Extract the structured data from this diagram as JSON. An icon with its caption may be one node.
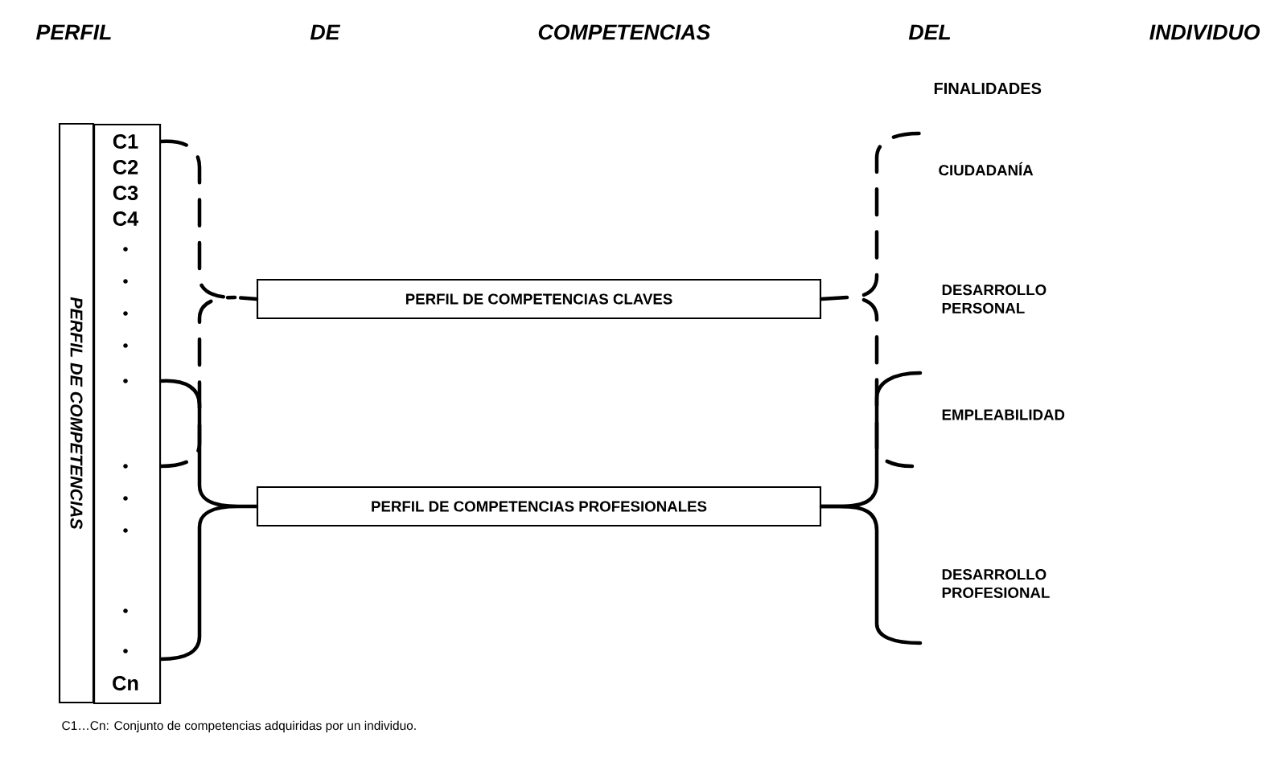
{
  "diagram": {
    "title": "PERFIL DE COMPETENCIAS DEL INDIVIDUO",
    "nodes": [
      {
        "text": [
          "PERFIL DE COMPETENCIAS"
        ]
      },
      {
        "text": [
          "C1",
          "C2",
          "C3",
          "C4",
          "Cn"
        ]
      },
      {
        "text": [
          "PERFIL DE COMPETENCIAS CLAVES"
        ]
      },
      {
        "text": [
          "PERFIL DE COMPETENCIAS PROFESIONALES"
        ]
      },
      {
        "text": [
          "CIUDADANÍA"
        ]
      },
      {
        "text": [
          "DESARROLLO PERSONAL"
        ]
      },
      {
        "text": [
          "EMPLEABILIDAD"
        ]
      },
      {
        "text": [
          "DESARROLLO PROFESIONAL"
        ]
      }
    ],
    "edges": [
      {
        "from": 1,
        "to": 2,
        "arrow": "none",
        "style": "dashed"
      },
      {
        "from": 1,
        "to": 3,
        "arrow": "none"
      },
      {
        "from": 2,
        "to": 4,
        "arrow": "none",
        "style": "dashed"
      },
      {
        "from": 3,
        "to": 6,
        "arrow": "none"
      },
      {
        "from": 3,
        "to": 7,
        "arrow": "none"
      }
    ],
    "labels": [
      "FINALIDADES",
      "C1…Cn: Conjunto de competencias adquiridas por un individuo."
    ]
  }
}
